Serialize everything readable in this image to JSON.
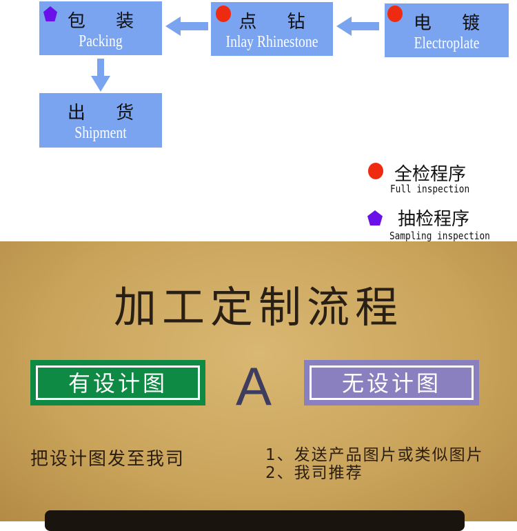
{
  "flow": {
    "packing": {
      "cn": "包 装",
      "en": "Packing",
      "marker": "sampling"
    },
    "inlay": {
      "cn": "点 钻",
      "en": "Inlay Rhinestone",
      "marker": "full"
    },
    "electroplate": {
      "cn": "电 镀",
      "en": "Electroplate",
      "marker": "full"
    },
    "shipment": {
      "cn": "出 货",
      "en": "Shipment"
    }
  },
  "legend": {
    "full": {
      "cn": "全检程序",
      "en": "Full inspection",
      "color": "#ee2a10"
    },
    "sampling": {
      "cn": "抽检程序",
      "en": "Sampling inspection",
      "color": "#6a10e8"
    }
  },
  "custom": {
    "title": "加工定制流程",
    "option_with": "有设计图",
    "option_without": "无设计图",
    "separator": "A",
    "with_step": "把设计图发至我司",
    "without_steps": [
      "1、发送产品图片或类似图片",
      "2、我司推荐"
    ],
    "colors": {
      "with": "#0e8a45",
      "without": "#8a80bf",
      "box_blue": "#7aa3f0"
    }
  }
}
